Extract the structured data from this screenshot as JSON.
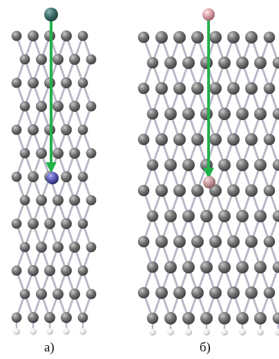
{
  "captions": {
    "a": "а)",
    "b": "б)"
  },
  "colors": {
    "background": "#ffffff",
    "carbon": "#6f6f6f",
    "bond": "#b8b8c8",
    "hydrogen": "#f2f2f2",
    "arrow": "#22b24c",
    "atom_a_start": "#3e6e6a",
    "atom_a_end": "#5a5ab8",
    "atom_b_start": "#d9a0a6",
    "atom_b_end": "#c8999c"
  },
  "atom_labels": {
    "carbon": "carbon-atom",
    "hydrogen": "hydrogen-atom",
    "moving_a": "adsorbed-atom-a",
    "moving_b": "adsorbed-atom-b"
  }
}
